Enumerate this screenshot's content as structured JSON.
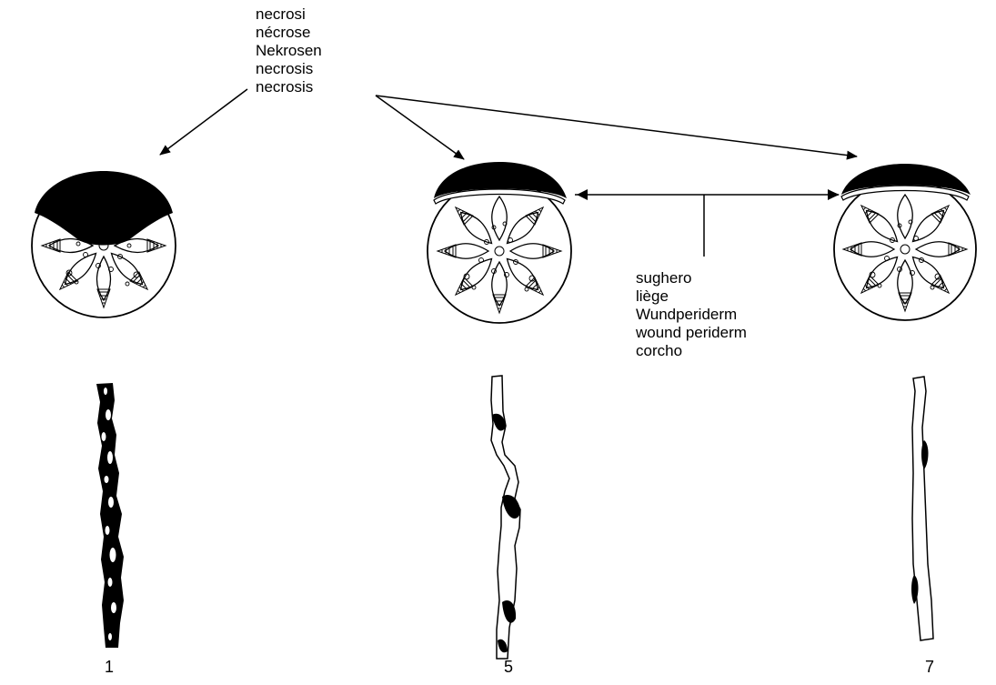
{
  "labels": {
    "necrosis": [
      "necrosi",
      "nécrose",
      "Nekrosen",
      "necrosis",
      "necrosis"
    ],
    "cork": [
      "sughero",
      "liège",
      "Wundperiderm",
      "wound periderm",
      "corcho"
    ]
  },
  "scores": [
    "1",
    "5",
    "7"
  ],
  "colors": {
    "ink": "#000000",
    "paper": "#ffffff"
  }
}
